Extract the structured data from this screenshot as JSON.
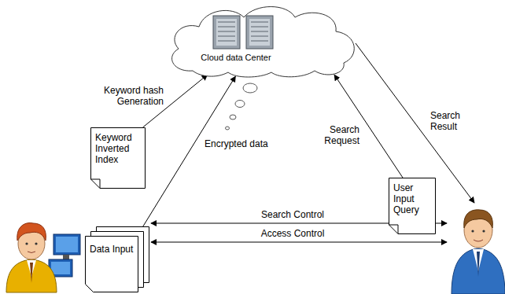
{
  "diagram": {
    "nodes": [
      {
        "text": [
          "Cloud data Center"
        ]
      },
      {
        "text": [
          "Keyword Inverted Index"
        ]
      },
      {
        "text": [
          "Data Input"
        ]
      },
      {
        "text": [
          "User Input Query"
        ]
      }
    ],
    "edges": [
      {
        "from": 1,
        "to": 0,
        "arrow": "to",
        "label": "Keyword hash Generation"
      },
      {
        "from": 2,
        "to": 0,
        "arrow": "to",
        "label": "Encrypted data"
      },
      {
        "from": 3,
        "to": 0,
        "arrow": "to",
        "label": "Search Request"
      }
    ],
    "labels": [
      "Search Result",
      "Search Control",
      "Access Control"
    ]
  }
}
